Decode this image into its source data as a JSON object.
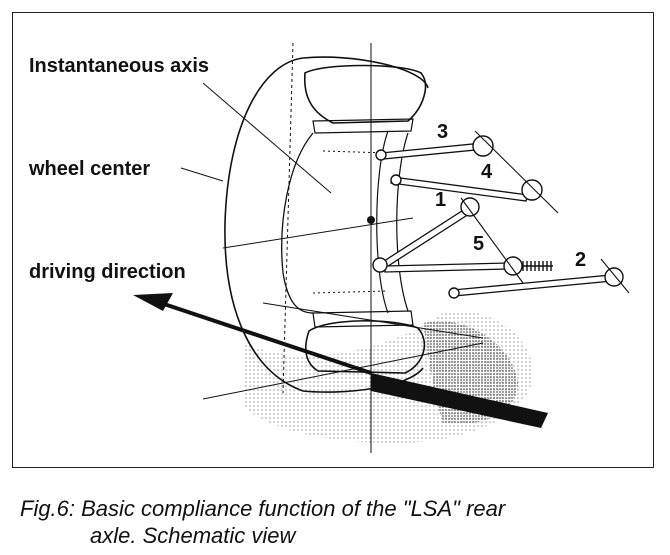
{
  "labels": {
    "instantaneous_axis": "Instantaneous axis",
    "wheel_center": "wheel center",
    "driving_direction": "driving direction"
  },
  "links": [
    "1",
    "2",
    "3",
    "4",
    "5"
  ],
  "caption": {
    "line1": "Fig.6: Basic compliance function of the \"LSA\" rear",
    "line2": "axle. Schematic view"
  }
}
